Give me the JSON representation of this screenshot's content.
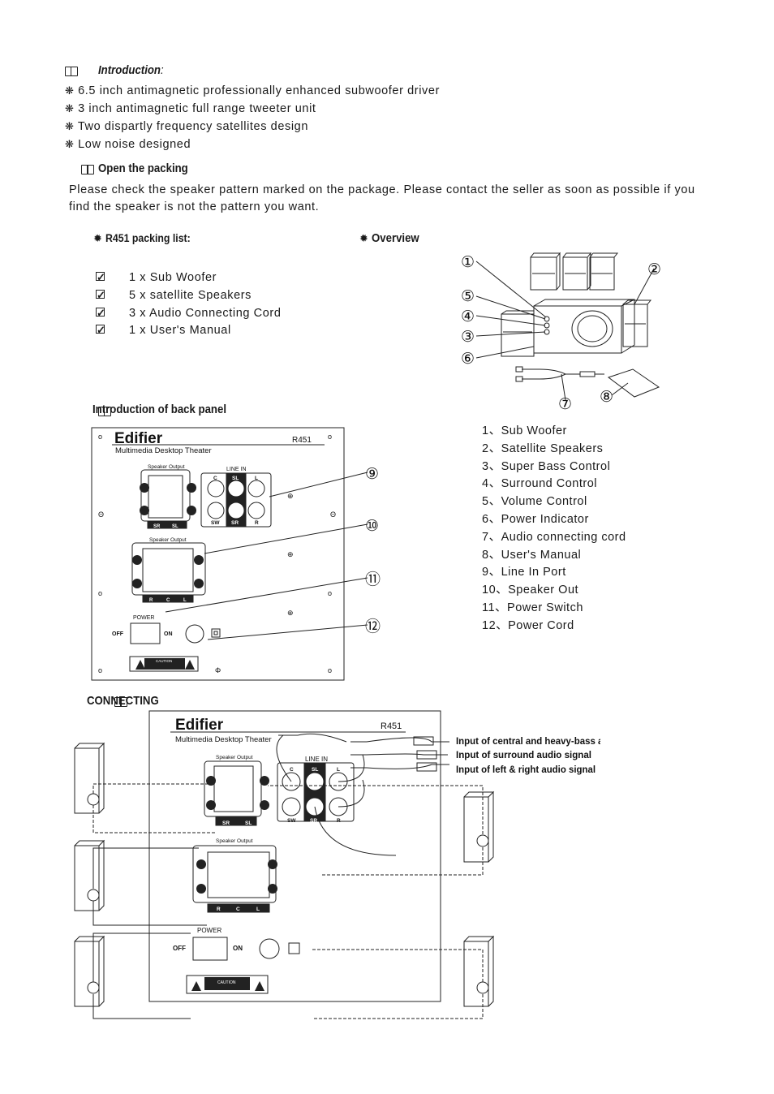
{
  "introduction": {
    "heading": "Introduction",
    "colon": ":",
    "features": [
      "6.5 inch antimagnetic professionally enhanced subwoofer driver",
      "3  inch antimagnetic full range tweeter unit",
      "Two dispartly frequency satellites design",
      "Low noise designed"
    ]
  },
  "packing": {
    "heading": "Open the packing",
    "line1": "Please check the speaker pattern marked on the package.  Please contact the seller as soon as possible if you",
    "line2": "find the speaker is not the pattern you want."
  },
  "packing_list": {
    "heading": "R451 packing list:",
    "items": [
      "1 x Sub Woofer",
      "5 x satellite Speakers",
      "3 x Audio Connecting Cord",
      "1 x User's Manual"
    ]
  },
  "overview": {
    "heading": "Overview",
    "callouts": [
      "①",
      "②",
      "⑤",
      "④",
      "③",
      "⑥",
      "⑦",
      "⑧"
    ]
  },
  "backpanel": {
    "heading": "Introduction of back panel",
    "brand": "Edifier",
    "subtitle": "Multimedia Desktop Theater",
    "model": "R451",
    "speaker_output": "Speaker Output",
    "line_in": "LINE IN",
    "jacks_top": [
      "C",
      "SL",
      "L"
    ],
    "jacks_bottom": [
      "SW",
      "SR",
      "R"
    ],
    "sr": "SR",
    "sl": "SL",
    "r": "R",
    "c": "C",
    "l": "L",
    "power": "POWER",
    "off": "OFF",
    "on": "ON",
    "caution": "CAUTION",
    "callouts": [
      "⑨",
      "⑩",
      "⑪",
      "⑫"
    ]
  },
  "parts": [
    "1、Sub Woofer",
    "2、Satellite Speakers",
    "3、Super Bass Control",
    "4、Surround Control",
    "5、Volume Control",
    "6、Power Indicator",
    "7、Audio connecting cord",
    "8、User's Manual",
    "9、Line In Port",
    "10、Speaker Out",
    "11、Power Switch",
    "12、Power Cord"
  ],
  "connecting": {
    "heading": "CONNECTING",
    "input1": "Input of central and heavy-bass audio signal.",
    "input2": "Input of surround audio signal",
    "input3": "Input of left & right audio signal"
  }
}
